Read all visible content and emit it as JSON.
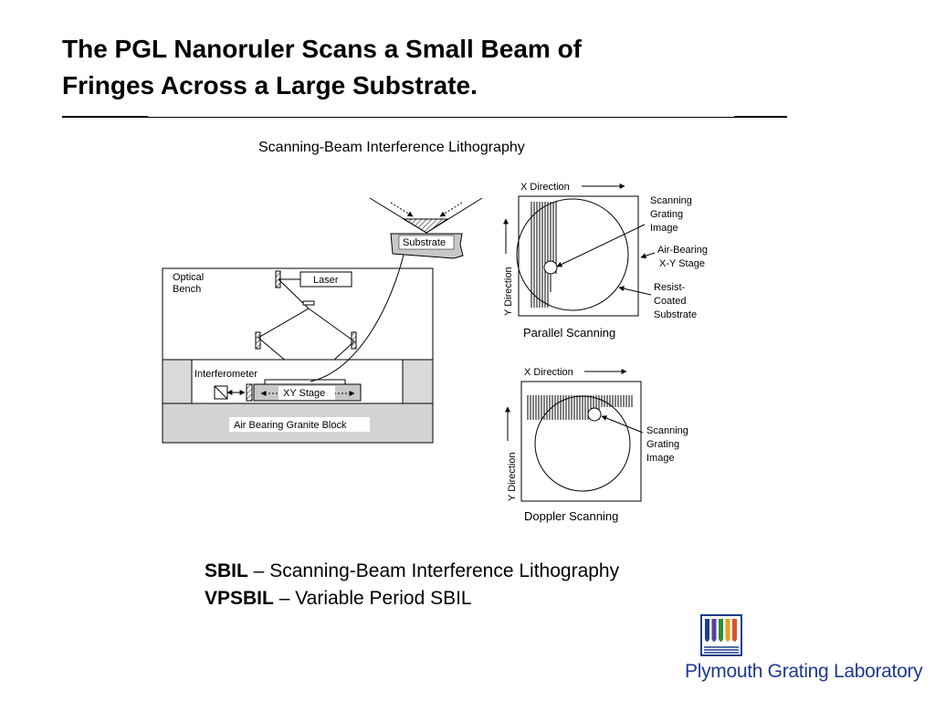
{
  "slide": {
    "title_line1": "The PGL Nanoruler Scans a Small Beam of",
    "title_line2": "Fringes Across a Large Substrate."
  },
  "diagram": {
    "heading": "Scanning-Beam Interference Lithography",
    "left": {
      "substrate": "Substrate",
      "optical_bench_1": "Optical",
      "optical_bench_2": "Bench",
      "laser": "Laser",
      "interferometer": "Interferometer",
      "xy_stage": "XY Stage",
      "granite_block": "Air Bearing Granite Block"
    },
    "parallel": {
      "x_direction": "X Direction",
      "y_direction": "Y Direction",
      "grating_1": "Scanning",
      "grating_2": "Grating",
      "grating_3": "Image",
      "stage_1": "Air-Bearing",
      "stage_2": "X-Y Stage",
      "resist_1": "Resist-",
      "resist_2": "Coated",
      "resist_3": "Substrate",
      "caption": "Parallel Scanning"
    },
    "doppler": {
      "x_direction": "X Direction",
      "y_direction": "Y Direction",
      "grating_1": "Scanning",
      "grating_2": "Grating",
      "grating_3": "Image",
      "caption": "Doppler Scanning"
    }
  },
  "definitions": [
    {
      "term": "SBIL",
      "separator": " – ",
      "meaning": "Scanning-Beam Interference Lithography"
    },
    {
      "term": "VPSBIL",
      "separator": " – ",
      "meaning": "Variable Period SBIL"
    }
  ],
  "logo": {
    "name": "Plymouth Grating Laboratory",
    "colors": [
      "#1b3f8b",
      "#5a3f9e",
      "#2e8b3a",
      "#e3a21a",
      "#d9532b"
    ]
  }
}
